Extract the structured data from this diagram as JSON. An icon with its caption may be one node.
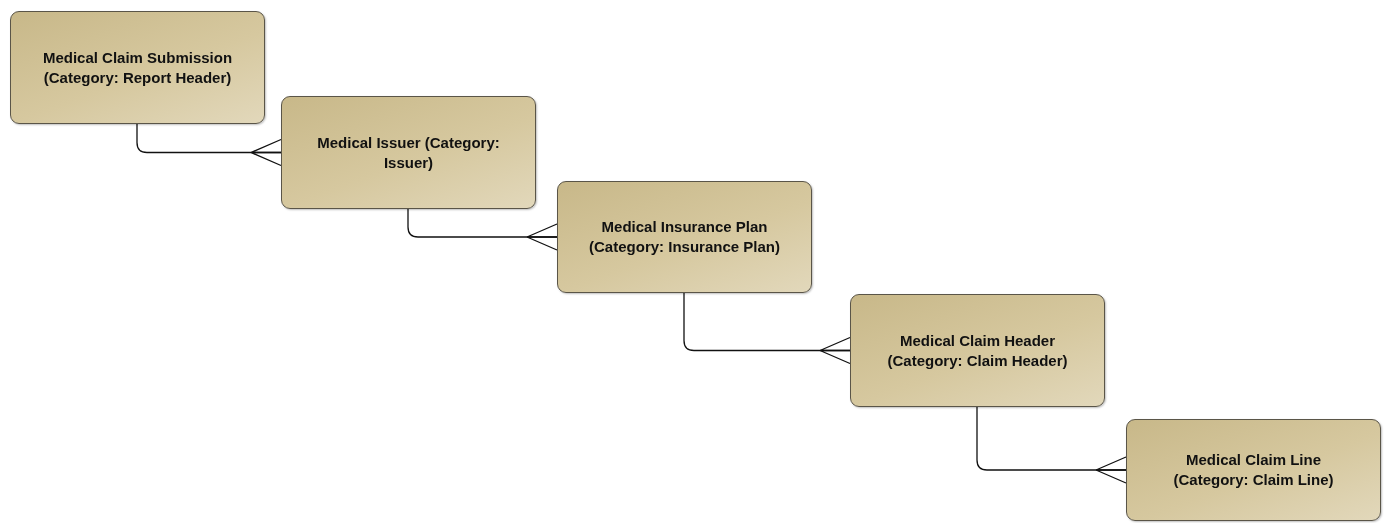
{
  "diagram": {
    "nodes": [
      {
        "text": [
          "Medical Claim Submission (Category: Report Header)"
        ]
      },
      {
        "text": [
          "Medical Issuer (Category: Issuer)"
        ]
      },
      {
        "text": [
          "Medical Insurance Plan (Category: Insurance Plan)"
        ]
      },
      {
        "text": [
          "Medical Claim Header (Category: Claim Header)"
        ]
      },
      {
        "text": [
          "Medical Claim Line (Category: Claim Line)"
        ]
      }
    ],
    "edges": [
      {
        "from": 0,
        "to": 1,
        "arrow": "other"
      },
      {
        "from": 1,
        "to": 2,
        "arrow": "other"
      },
      {
        "from": 2,
        "to": 3,
        "arrow": "other"
      },
      {
        "from": 3,
        "to": 4,
        "arrow": "other"
      }
    ]
  }
}
